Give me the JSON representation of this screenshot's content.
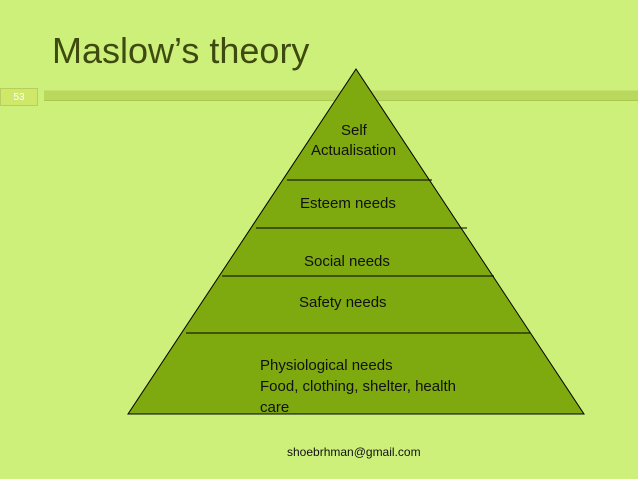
{
  "slide": {
    "title": "Maslow’s theory",
    "number": "53",
    "footer": "shoebrhman@gmail.com"
  },
  "pyramid": {
    "levels": [
      {
        "line1": "Self",
        "line2": "Actualisation"
      },
      {
        "line1": "Esteem needs"
      },
      {
        "line1": "Social needs"
      },
      {
        "line1": "Safety needs"
      },
      {
        "line1": "Physiological needs",
        "line2": "Food, clothing, shelter, health",
        "line3": "care"
      }
    ]
  },
  "colors": {
    "background": "#ccf07a",
    "pyramid_fill": "#7ea90f",
    "title_text": "#3f4a10"
  }
}
